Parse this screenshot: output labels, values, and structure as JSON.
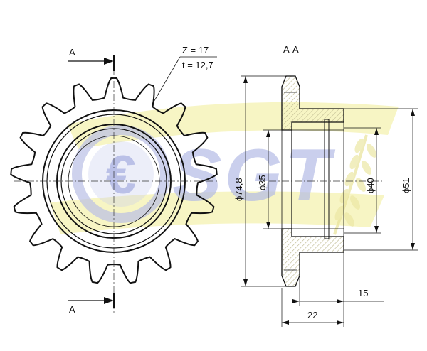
{
  "drawing": {
    "tooth_count_label": "Z = 17",
    "pitch_label": "t  = 12,7",
    "section_mark": "A",
    "section_mark_bottom": "A",
    "section_title": "A-A",
    "dimensions": {
      "d_outer": "ϕ74,8",
      "d_bore": "ϕ35",
      "d_inner": "ϕ40",
      "d_hub": "ϕ51",
      "length_hub": "15",
      "length_total": "22"
    }
  },
  "watermark": {
    "brand": "SGT",
    "symbol": "€",
    "colors": {
      "yellow": "#f3f0a6",
      "blue": "#b9bfe6"
    }
  },
  "colors": {
    "line": "#111111",
    "hatch": "#c9c49a"
  }
}
